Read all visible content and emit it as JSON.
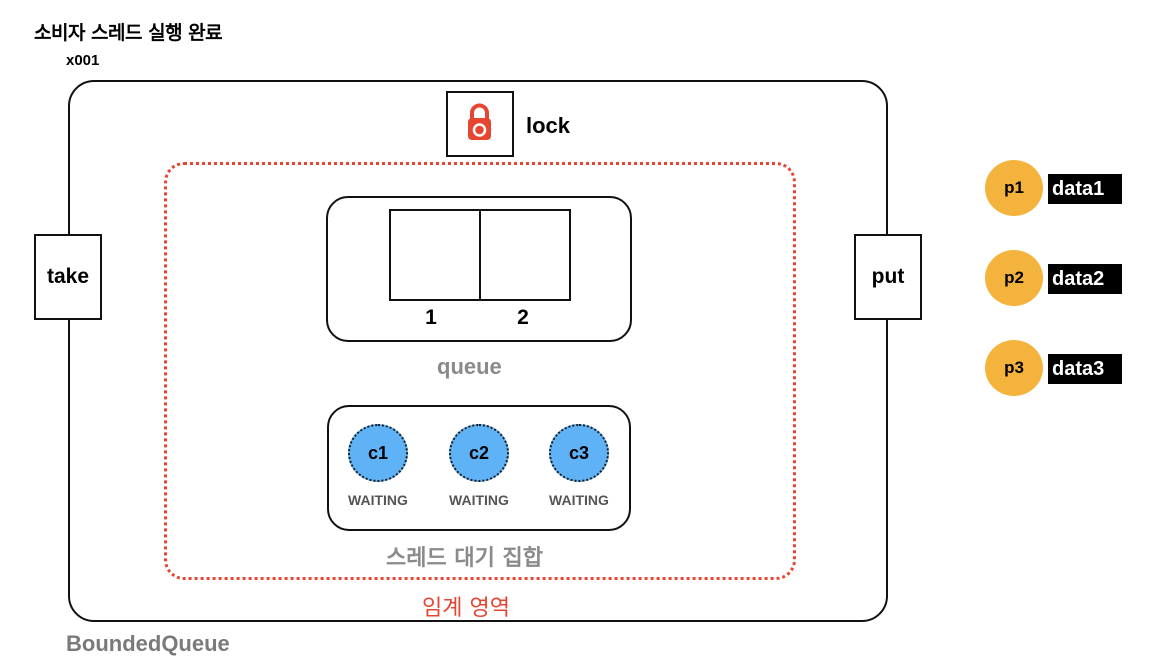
{
  "title": "소비자 스레드 실행 완료",
  "address": "x001",
  "object_label": "BoundedQueue",
  "lock": {
    "label": "lock",
    "color": "#e64532"
  },
  "methods": {
    "take": "take",
    "put": "put"
  },
  "critical_section": {
    "label": "임계 영역",
    "color": "#e64532"
  },
  "queue": {
    "label": "queue",
    "slots": [
      "1",
      "2"
    ]
  },
  "wait_set": {
    "label": "스레드 대기 집합",
    "threads": [
      {
        "name": "c1",
        "state": "WAITING"
      },
      {
        "name": "c2",
        "state": "WAITING"
      },
      {
        "name": "c3",
        "state": "WAITING"
      }
    ],
    "consumer_color": "#5eb2f5"
  },
  "producers": [
    {
      "name": "p1",
      "data": "data1"
    },
    {
      "name": "p2",
      "data": "data2"
    },
    {
      "name": "p3",
      "data": "data3"
    }
  ],
  "producer_color": "#f4b33d"
}
